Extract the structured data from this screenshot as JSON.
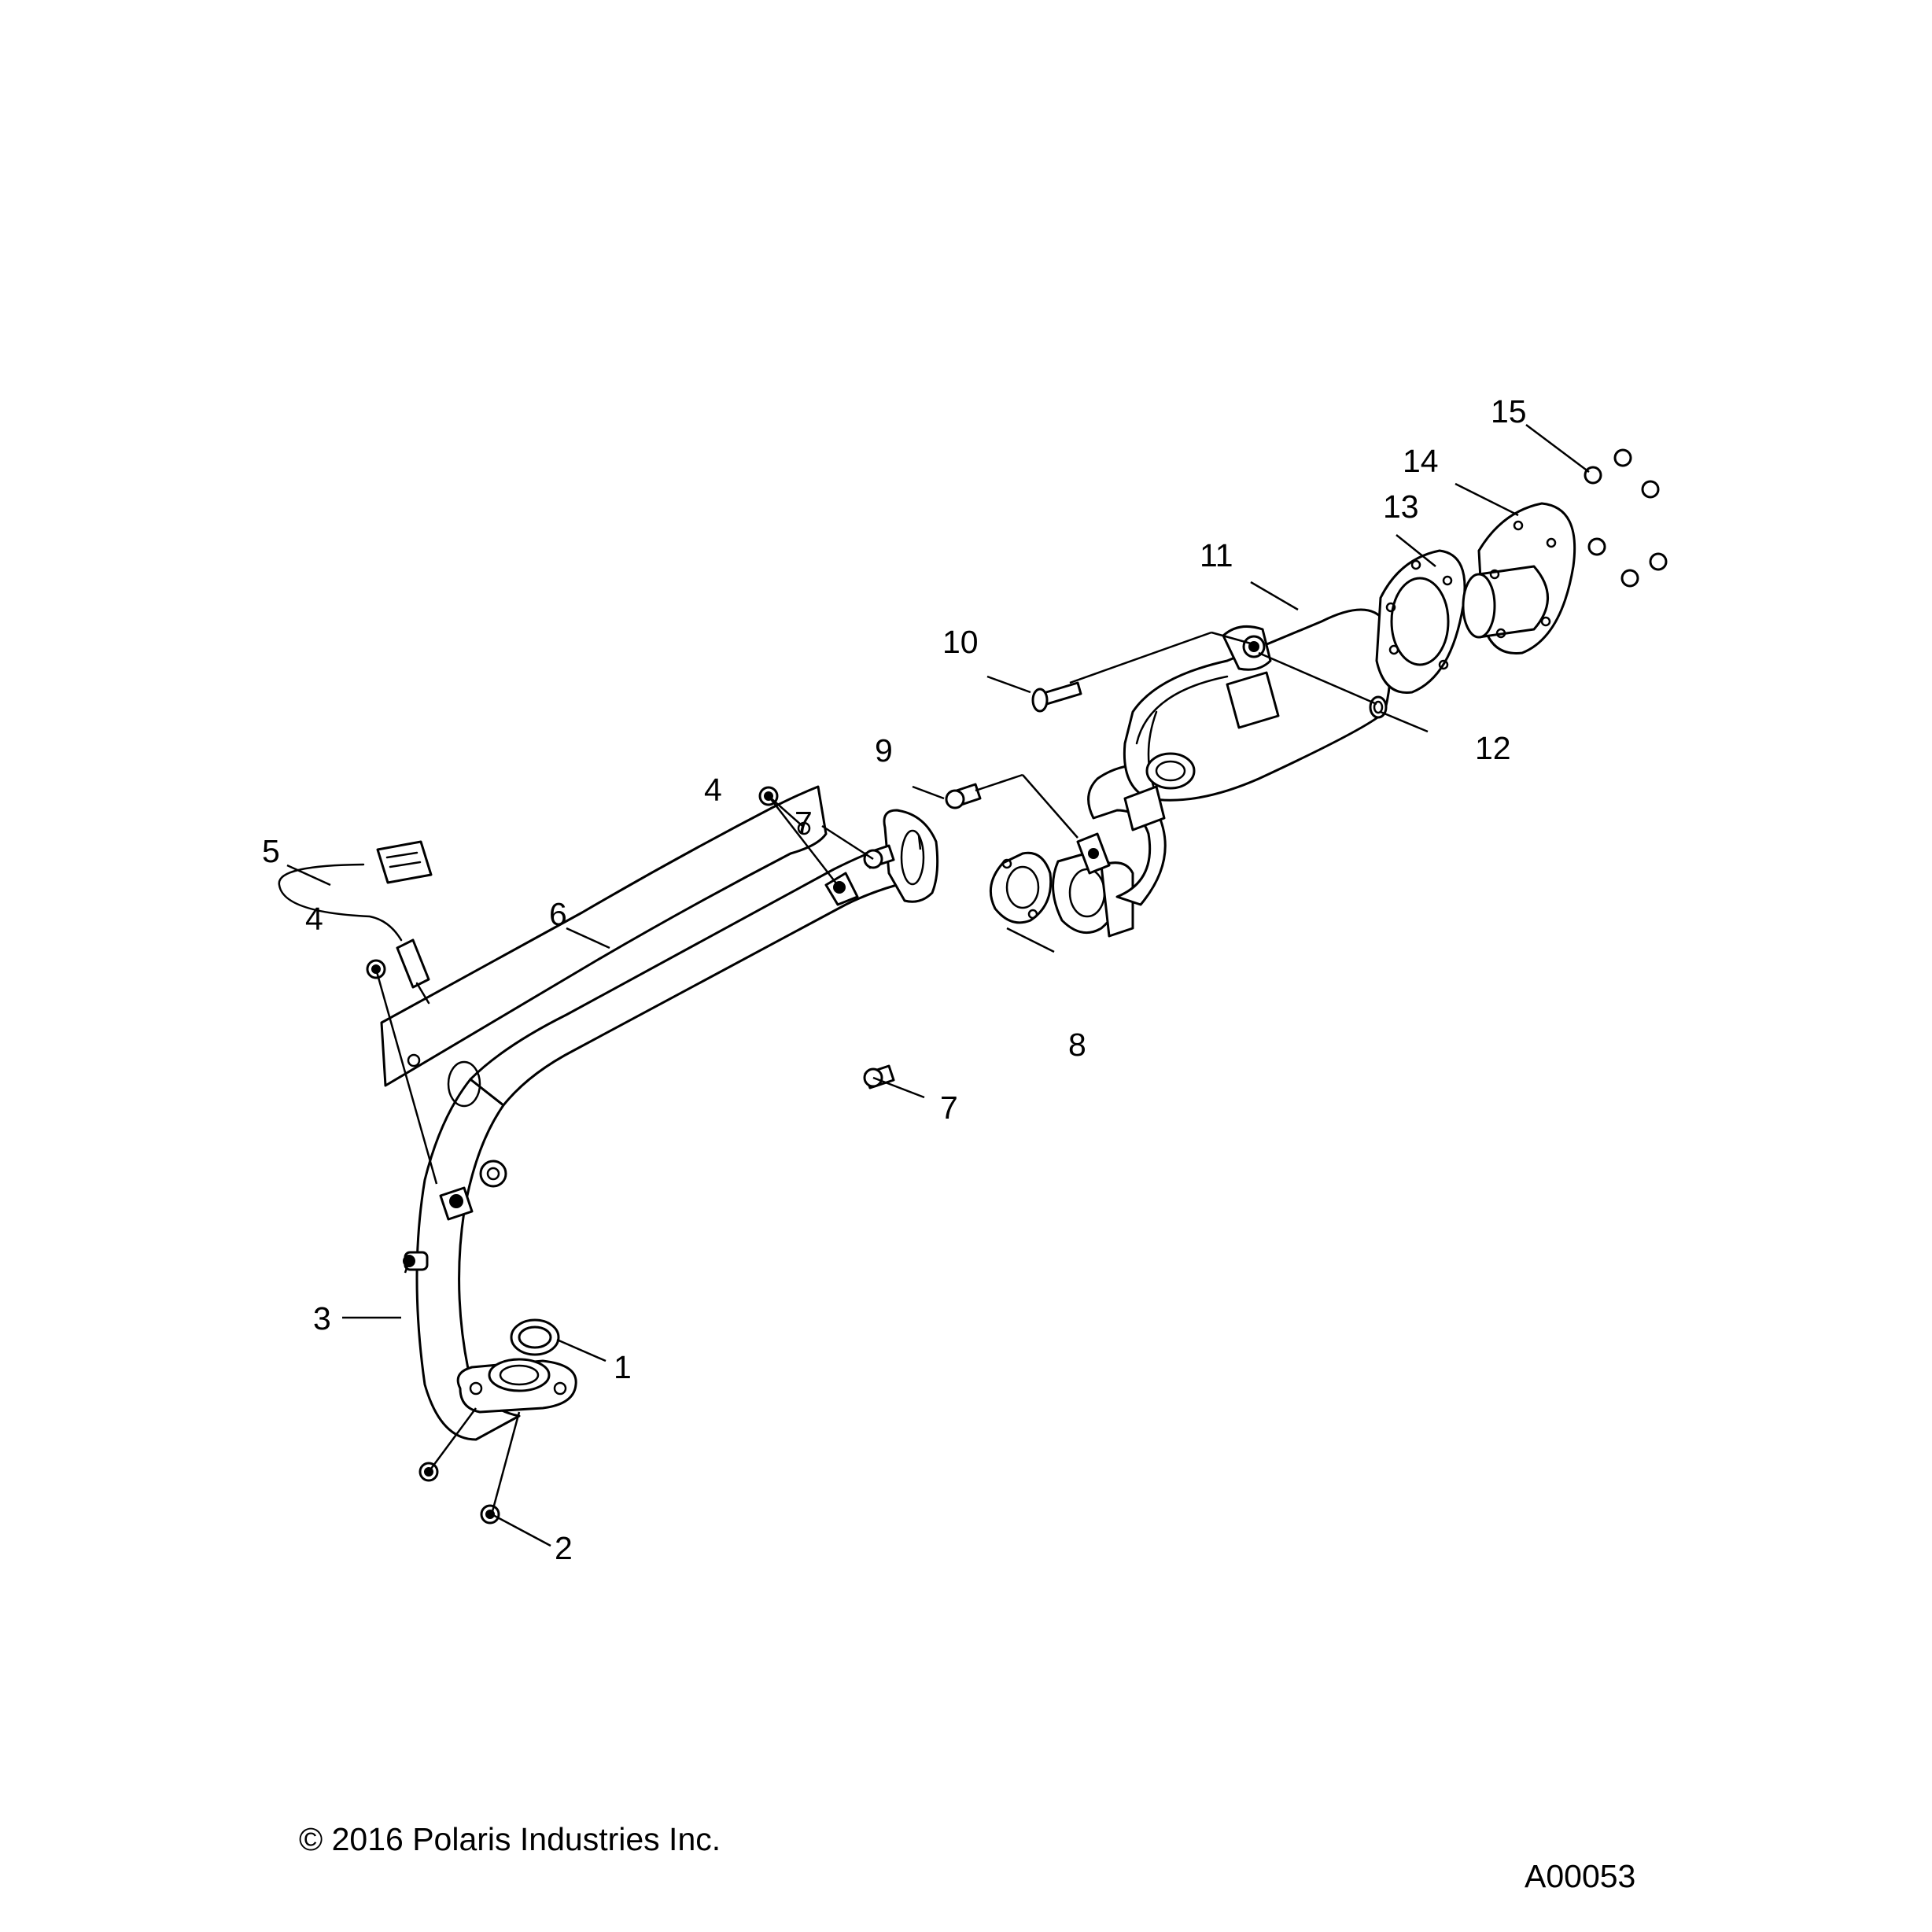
{
  "callouts": [
    "1",
    "2",
    "3",
    "4",
    "4",
    "5",
    "6",
    "7",
    "7",
    "8",
    "9",
    "10",
    "11",
    "12",
    "13",
    "14",
    "15"
  ],
  "copyright": "© 2016 Polaris Industries Inc.",
  "figure_id": "A00053"
}
